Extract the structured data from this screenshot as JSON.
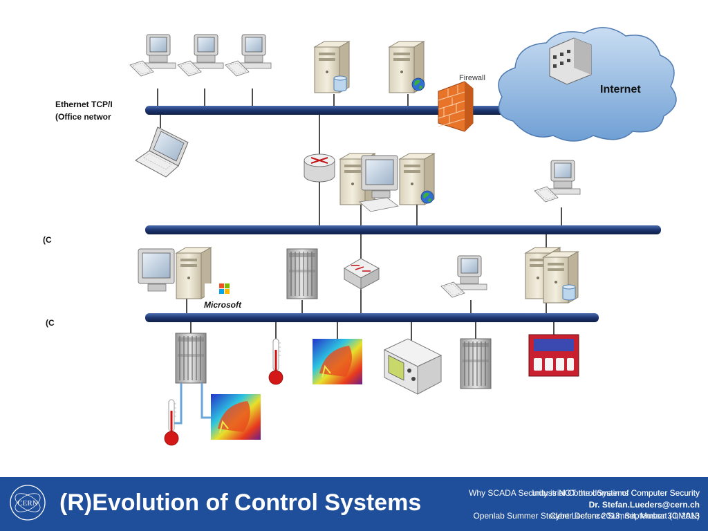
{
  "diagram": {
    "ethernet_label_line1": "Ethernet TCP/I",
    "ethernet_label_line2": "(Office networ",
    "control_label_1": "(C",
    "control_label_2": "(C",
    "firewall_label": "Firewall",
    "internet_label": "Internet",
    "microsoft_label": "Microsoft"
  },
  "footer": {
    "title": "(R)Evolution of Control Systems",
    "line1_a": "Why SCADA Security is NOT the domain of Computer Security",
    "line1_b": "Industrial Control Systems Computer Security",
    "email": "Dr. Stefan.Lueders@cern.ch",
    "line3_a": "Cyber Defence Summit, Muscat (OMAN)",
    "line3_b": "Openlab Summer Student Lecture 2013, September 30, 2013",
    "logo_text": "CERN"
  },
  "colors": {
    "bus": "#1f3a73",
    "footer_bg": "#1f4e9a",
    "cloud": "#8fb6e0",
    "firewall": "#e8742a"
  }
}
